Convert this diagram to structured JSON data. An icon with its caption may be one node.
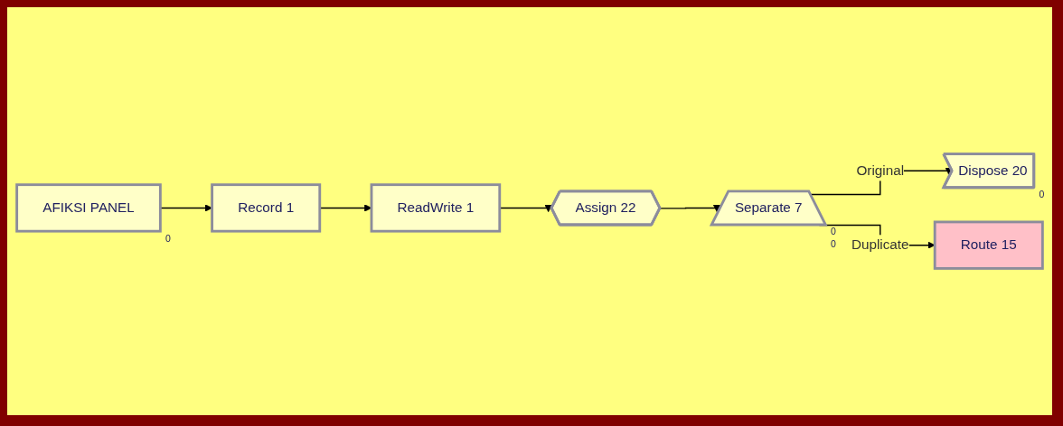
{
  "diagram": {
    "nodes": [
      {
        "text": [
          "AFIKSI PANEL"
        ],
        "beside": [
          "0"
        ]
      },
      {
        "text": [
          "Record 1"
        ]
      },
      {
        "text": [
          "ReadWrite 1"
        ]
      },
      {
        "text": [
          "Assign 22"
        ]
      },
      {
        "text": [
          "Separate 7"
        ],
        "beside": [
          "0",
          "0"
        ]
      },
      {
        "text": [
          "Dispose 20"
        ],
        "beside": [
          "0"
        ]
      },
      {
        "text": [
          "Route 15"
        ]
      }
    ],
    "edges": [
      {
        "from": 0,
        "to": 1,
        "arrow": "to"
      },
      {
        "from": 1,
        "to": 2,
        "arrow": "to"
      },
      {
        "from": 2,
        "to": 3,
        "arrow": "to"
      },
      {
        "from": 3,
        "to": 4,
        "arrow": "to"
      },
      {
        "from": 4,
        "to": 5,
        "arrow": "to",
        "label": "Original"
      },
      {
        "from": 4,
        "to": 6,
        "arrow": "to",
        "label": "Duplicate"
      }
    ]
  }
}
